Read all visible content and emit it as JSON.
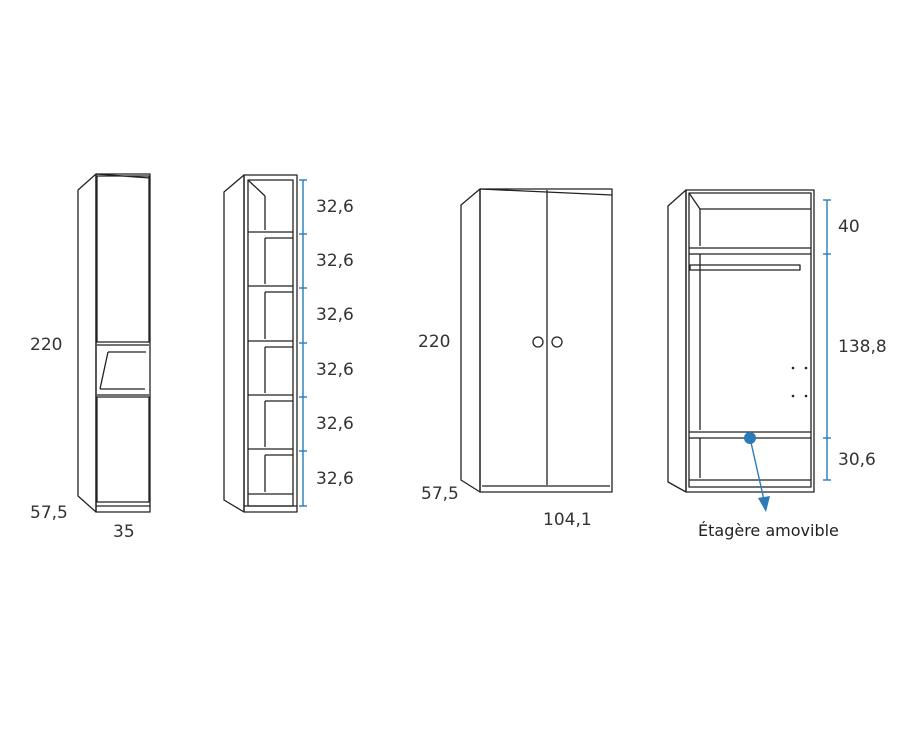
{
  "colors": {
    "line": "#222222",
    "accent": "#2b7bb9",
    "text": "#333333"
  },
  "column_1": {
    "height": "220",
    "depth": "57,5",
    "width": "35"
  },
  "column_2": {
    "shelves": [
      "32,6",
      "32,6",
      "32,6",
      "32,6",
      "32,6",
      "32,6"
    ]
  },
  "wardrobe_closed": {
    "height": "220",
    "depth": "57,5",
    "width": "104,1"
  },
  "wardrobe_open": {
    "top": "40",
    "middle": "138,8",
    "bottom": "30,6",
    "callout": "Étagère amovible"
  }
}
